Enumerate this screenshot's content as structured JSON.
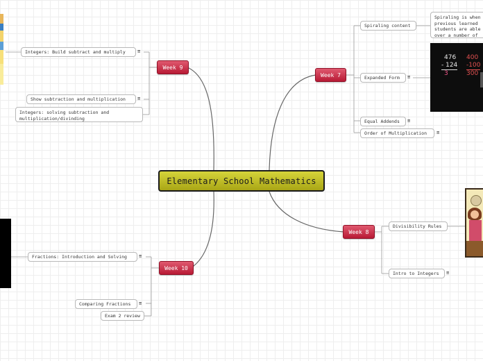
{
  "central": {
    "title": "Elementary School Mathematics"
  },
  "weeks": {
    "week7": "Week 7",
    "week8": "Week 8",
    "week9": "Week 9",
    "week10": "Week 10"
  },
  "week7_topics": {
    "spiraling": "Spiraling content",
    "spiraling_note": "Spiraling is when previous learned students are able over a number of",
    "expanded": "Expanded Form",
    "equal": "Equal Addends",
    "order": "Order of Multiplication",
    "board_left": [
      "476",
      "- 124",
      "3"
    ],
    "board_right": [
      "400",
      "-100",
      "300"
    ]
  },
  "week8_topics": {
    "divisibility": "Divisibility Rules",
    "integers": "Intro to Integers"
  },
  "week9_topics": {
    "build": "Integers: Build subtract and multiply",
    "show": "Show subtraction and multiplication",
    "solving": "Integers: solving subtraction and multiplication/divinding"
  },
  "week10_topics": {
    "fractions": "Fractions: Introduction and Solving",
    "comparing": "Comparing Fractions",
    "exam": "Exam 2 review"
  },
  "icons": {
    "note": "≡"
  },
  "colors": {
    "central_fill": "#c4c226",
    "week_fill": "#c92a44",
    "line": "#666666"
  }
}
